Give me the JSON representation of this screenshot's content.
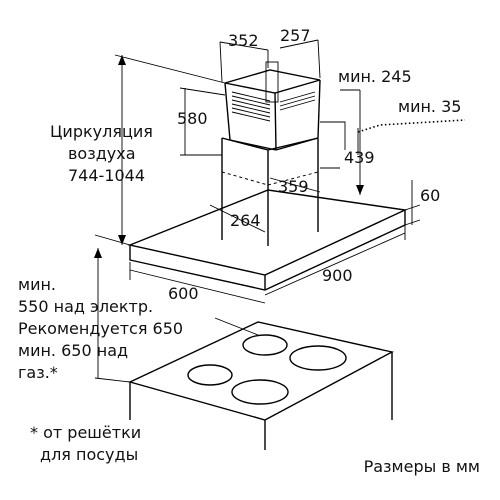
{
  "dimensions": {
    "top_width": "352",
    "top_depth": "257",
    "min_245": "мин. 245",
    "min_35": "мин. 35",
    "chimney_580": "580",
    "chimney_439": "439",
    "base_359": "359",
    "base_264": "264",
    "thickness_60": "60",
    "width_900": "900",
    "depth_600": "600"
  },
  "left_label": {
    "line1": "Циркуляция",
    "line2": "воздуха",
    "line3": "744-1044"
  },
  "note": {
    "line1": "мин.",
    "line2": "550 над электр.",
    "line3": "Рекомендуется 650",
    "line4": "мин. 650 над",
    "line5": "газ.*"
  },
  "footnote": {
    "line1": "* от решётки",
    "line2": "для посуды"
  },
  "units": "Размеры в мм"
}
